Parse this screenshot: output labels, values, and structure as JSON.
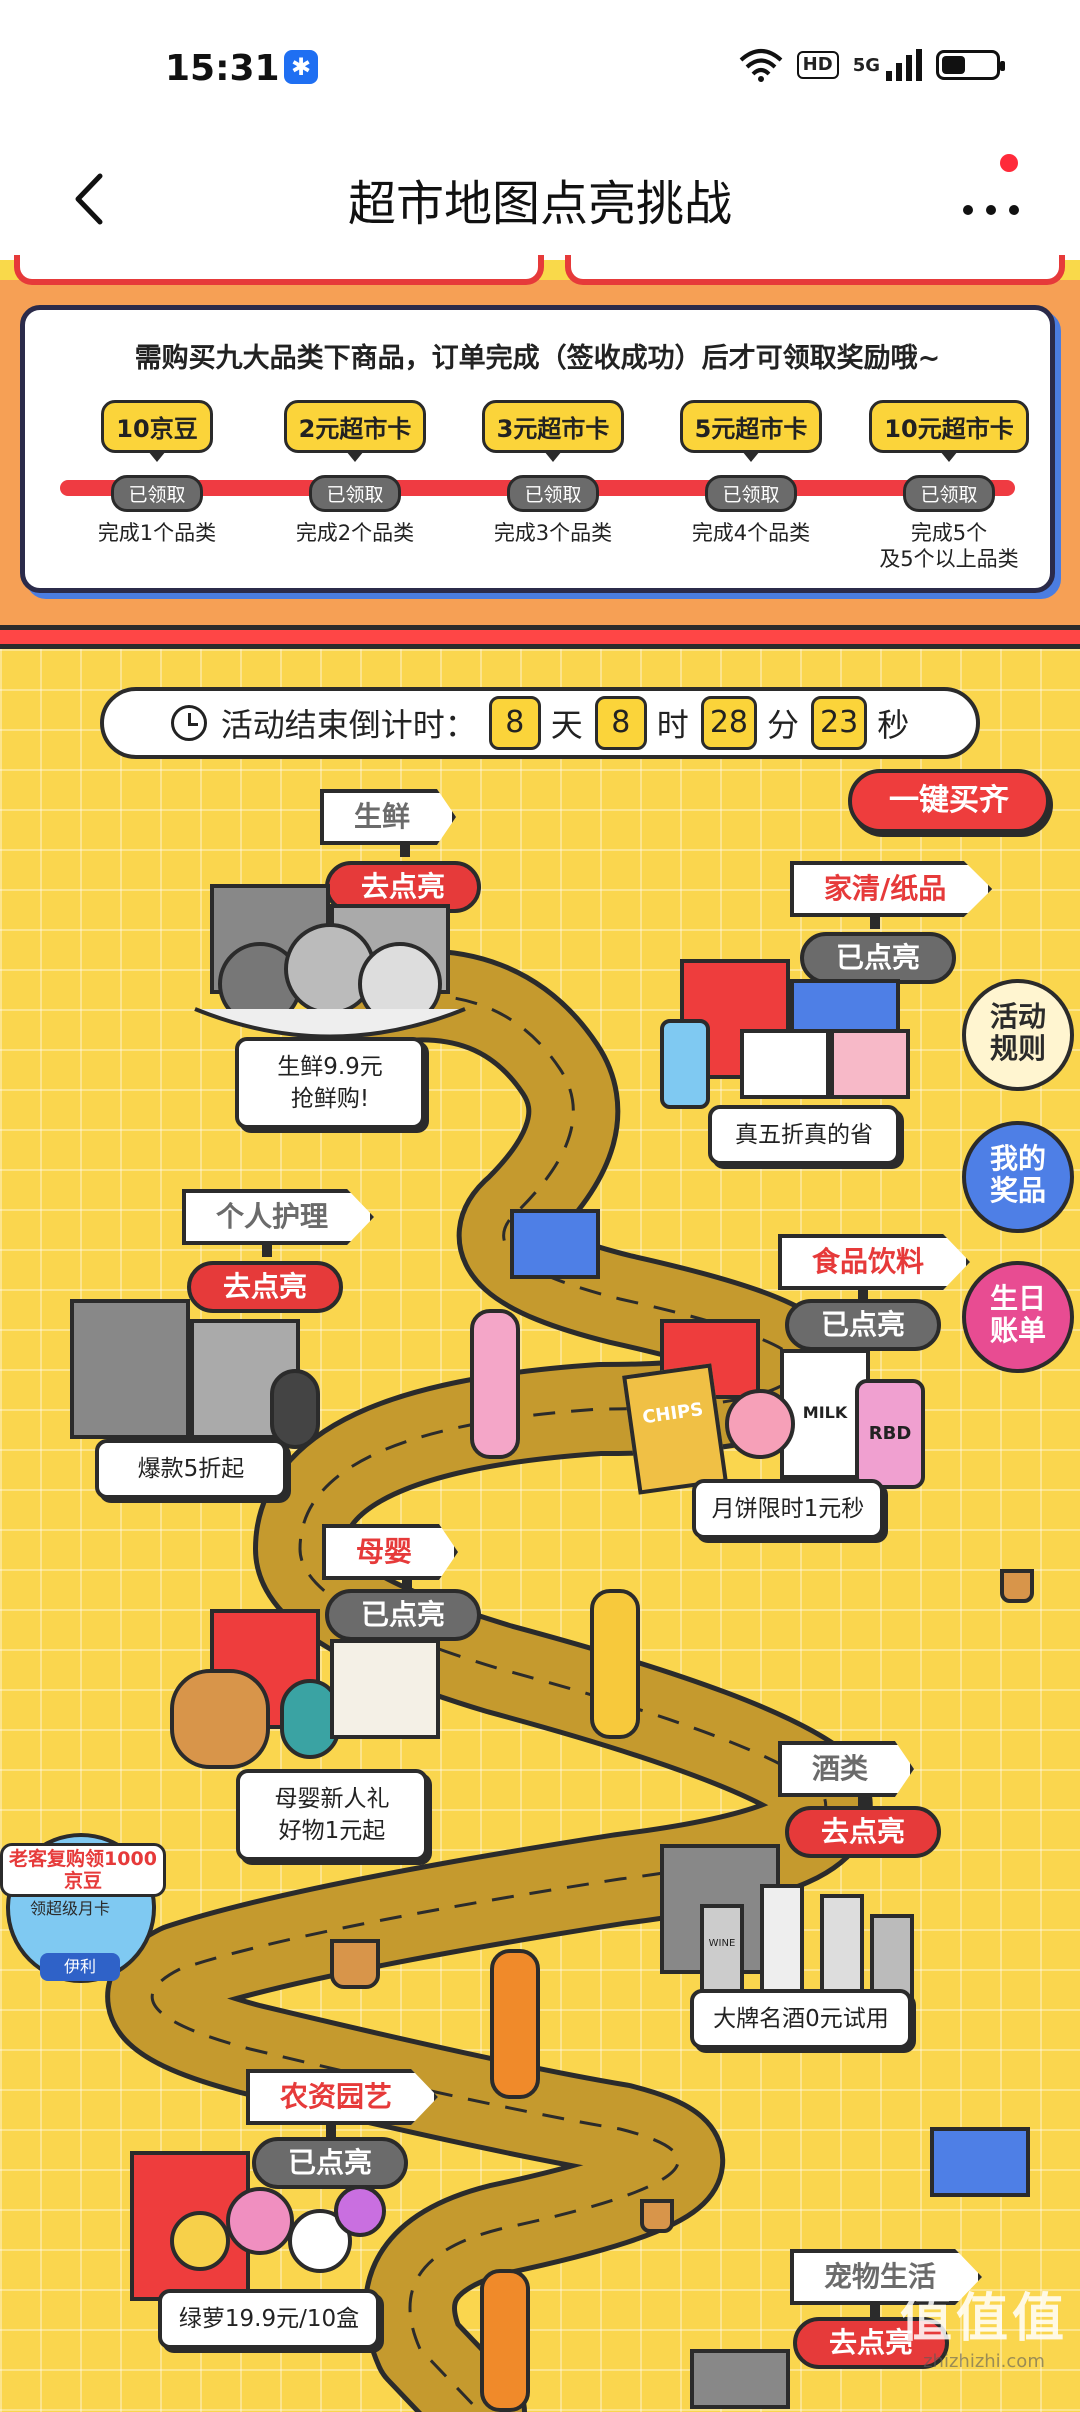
{
  "status": {
    "time": "15:31",
    "hd": "HD",
    "network": "5G"
  },
  "header": {
    "title": "超市地图点亮挑战"
  },
  "reward_panel": {
    "note": "需购买九大品类下商品，订单完成（签收成功）后才可领取奖励哦~",
    "tiers": [
      {
        "reward": "10京豆",
        "status": "已领取",
        "condition": "完成1个品类"
      },
      {
        "reward": "2元超市卡",
        "status": "已领取",
        "condition": "完成2个品类"
      },
      {
        "reward": "3元超市卡",
        "status": "已领取",
        "condition": "完成3个品类"
      },
      {
        "reward": "5元超市卡",
        "status": "已领取",
        "condition": "完成4个品类"
      },
      {
        "reward": "10元超市卡",
        "status": "已领取",
        "condition": "完成5个",
        "condition2": "及5个以上品类"
      }
    ]
  },
  "countdown": {
    "label": "活动结束倒计时：",
    "days": "8",
    "days_unit": "天",
    "hours": "8",
    "hours_unit": "时",
    "minutes": "28",
    "minutes_unit": "分",
    "seconds": "23",
    "seconds_unit": "秒"
  },
  "buy_all": "一键买齐",
  "side_buttons": {
    "rules": [
      "活动",
      "规则"
    ],
    "prizes": [
      "我的",
      "奖品"
    ],
    "bill": [
      "生日",
      "账单"
    ]
  },
  "categories": [
    {
      "name": "生鲜",
      "status": "去点亮",
      "caption": [
        "生鲜9.9元",
        "抢鲜购!"
      ]
    },
    {
      "name": "家清/纸品",
      "status": "已点亮",
      "caption": [
        "真五折真的省"
      ]
    },
    {
      "name": "个人护理",
      "status": "去点亮",
      "caption": [
        "爆款5折起"
      ]
    },
    {
      "name": "食品饮料",
      "status": "已点亮",
      "caption": [
        "月饼限时1元秒"
      ]
    },
    {
      "name": "母婴",
      "status": "已点亮",
      "caption": [
        "母婴新人礼",
        "好物1元起"
      ]
    },
    {
      "name": "酒类",
      "status": "去点亮",
      "caption": [
        "大牌名酒0元试用"
      ]
    },
    {
      "name": "农资园艺",
      "status": "已点亮",
      "caption": [
        "绿萝19.9元/10盒"
      ]
    },
    {
      "name": "宠物生活",
      "status": "去点亮",
      "caption": []
    }
  ],
  "promo": {
    "text": "老客复购领1000京豆",
    "sub": "领超级月卡",
    "brand": "伊利"
  },
  "product_labels": {
    "chips": "CHIPS",
    "milk": "MILK",
    "rbd": "RBD",
    "wine": "WINE"
  },
  "watermark": {
    "main": "值值值",
    "sub": "zhizhizhi.com"
  },
  "colors": {
    "accent_red": "#e63a3a",
    "map_yellow": "#fad64e",
    "road_brown": "#c59a2e",
    "done_gray": "#6b6b6b",
    "outline": "#2b2b2b"
  }
}
